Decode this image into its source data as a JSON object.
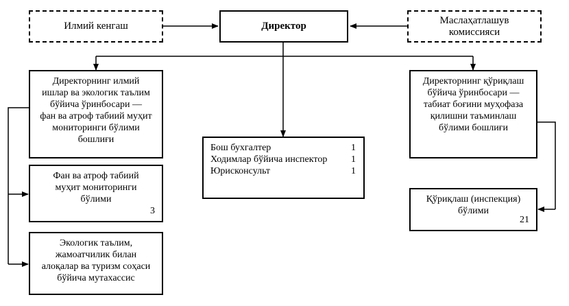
{
  "director": "Директор",
  "scientific_council": "Илмий кенгаш",
  "advisory_commission": [
    "Маслаҳатлашув",
    "комиссияси"
  ],
  "deputy_science": {
    "lines": [
      "Директорнинг илмий",
      "ишлар ва экологик таълим",
      "бўйича ўринбосари —",
      "фан ва атроф табиий муҳит",
      "мониторинги бўлими",
      "бошлиғи"
    ]
  },
  "deputy_protection": {
    "lines": [
      "Директорнинг қўриқлаш",
      "бўйича ўринбосари —",
      "табиат боғини муҳофаза",
      "қилишни таъминлаш",
      "бўлими бошлиғи"
    ]
  },
  "staff": [
    {
      "role": "Бош бухгалтер",
      "count": "1"
    },
    {
      "role": "Ходимлар бўйича инспектор",
      "count": "1"
    },
    {
      "role": "Юрисконсульт",
      "count": "1"
    }
  ],
  "science_department": {
    "lines": [
      "Фан ва атроф табиий",
      "муҳит мониторинги",
      "бўлими"
    ],
    "count": "3"
  },
  "eco_specialist": {
    "lines": [
      "Экологик таълим,",
      "жамоатчилик билан",
      "алоқалар ва туризм соҳаси",
      "бўйича мутахассис"
    ]
  },
  "protection_department": {
    "lines": [
      "Қўриқлаш (инспекция)",
      "бўлими"
    ],
    "count": "21"
  }
}
